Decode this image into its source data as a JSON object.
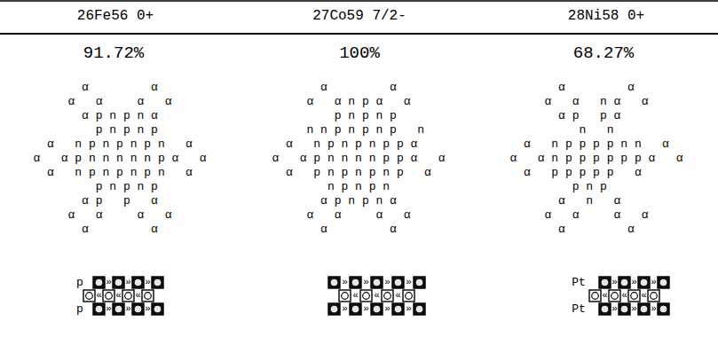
{
  "diagram": {
    "labels": [
      "26Fe56 0+",
      "27Co59 7/2-",
      "28Ni58 0+",
      "91.72%",
      "100%",
      "68.27%",
      "α         α",
      "α   α     α   α",
      "α p n p n α",
      "p n p n p",
      "α   n p n p n p n   α",
      "α   α p n n n n n p α   α",
      "α   n p n p n p n   α",
      "p n p n p",
      "α p   p   α",
      "α   α     α   α",
      "α         α",
      "α         α",
      "α   α n p α   α",
      "p n p n p",
      "n n p n p n p   n",
      "α   n p n p n p p α",
      "α   α p n n n n p p α   α",
      "α   p n p n p n p   α",
      "n p n p n",
      "α p n p n α",
      "α   α     α   α",
      "α         α",
      "α         α",
      "α   α   n α   α",
      "α p   p α",
      "n   n",
      "α   n p p p p n n   α",
      "α   α n p p p p p p α   α",
      "α   p p p p p   α",
      "p n p",
      "α   n   α",
      "α   α     α   α",
      "α         α",
      "p",
      "»",
      "»",
      "»",
      "«",
      "«",
      "«",
      "p",
      "»",
      "»",
      "»",
      "»",
      "»",
      "»",
      "»",
      "«",
      "«",
      "«",
      "»",
      "»",
      "»",
      "»",
      "Pt",
      "»",
      "»",
      "»",
      "«",
      "«",
      "«",
      "Pt",
      "»",
      "»",
      "»"
    ]
  }
}
